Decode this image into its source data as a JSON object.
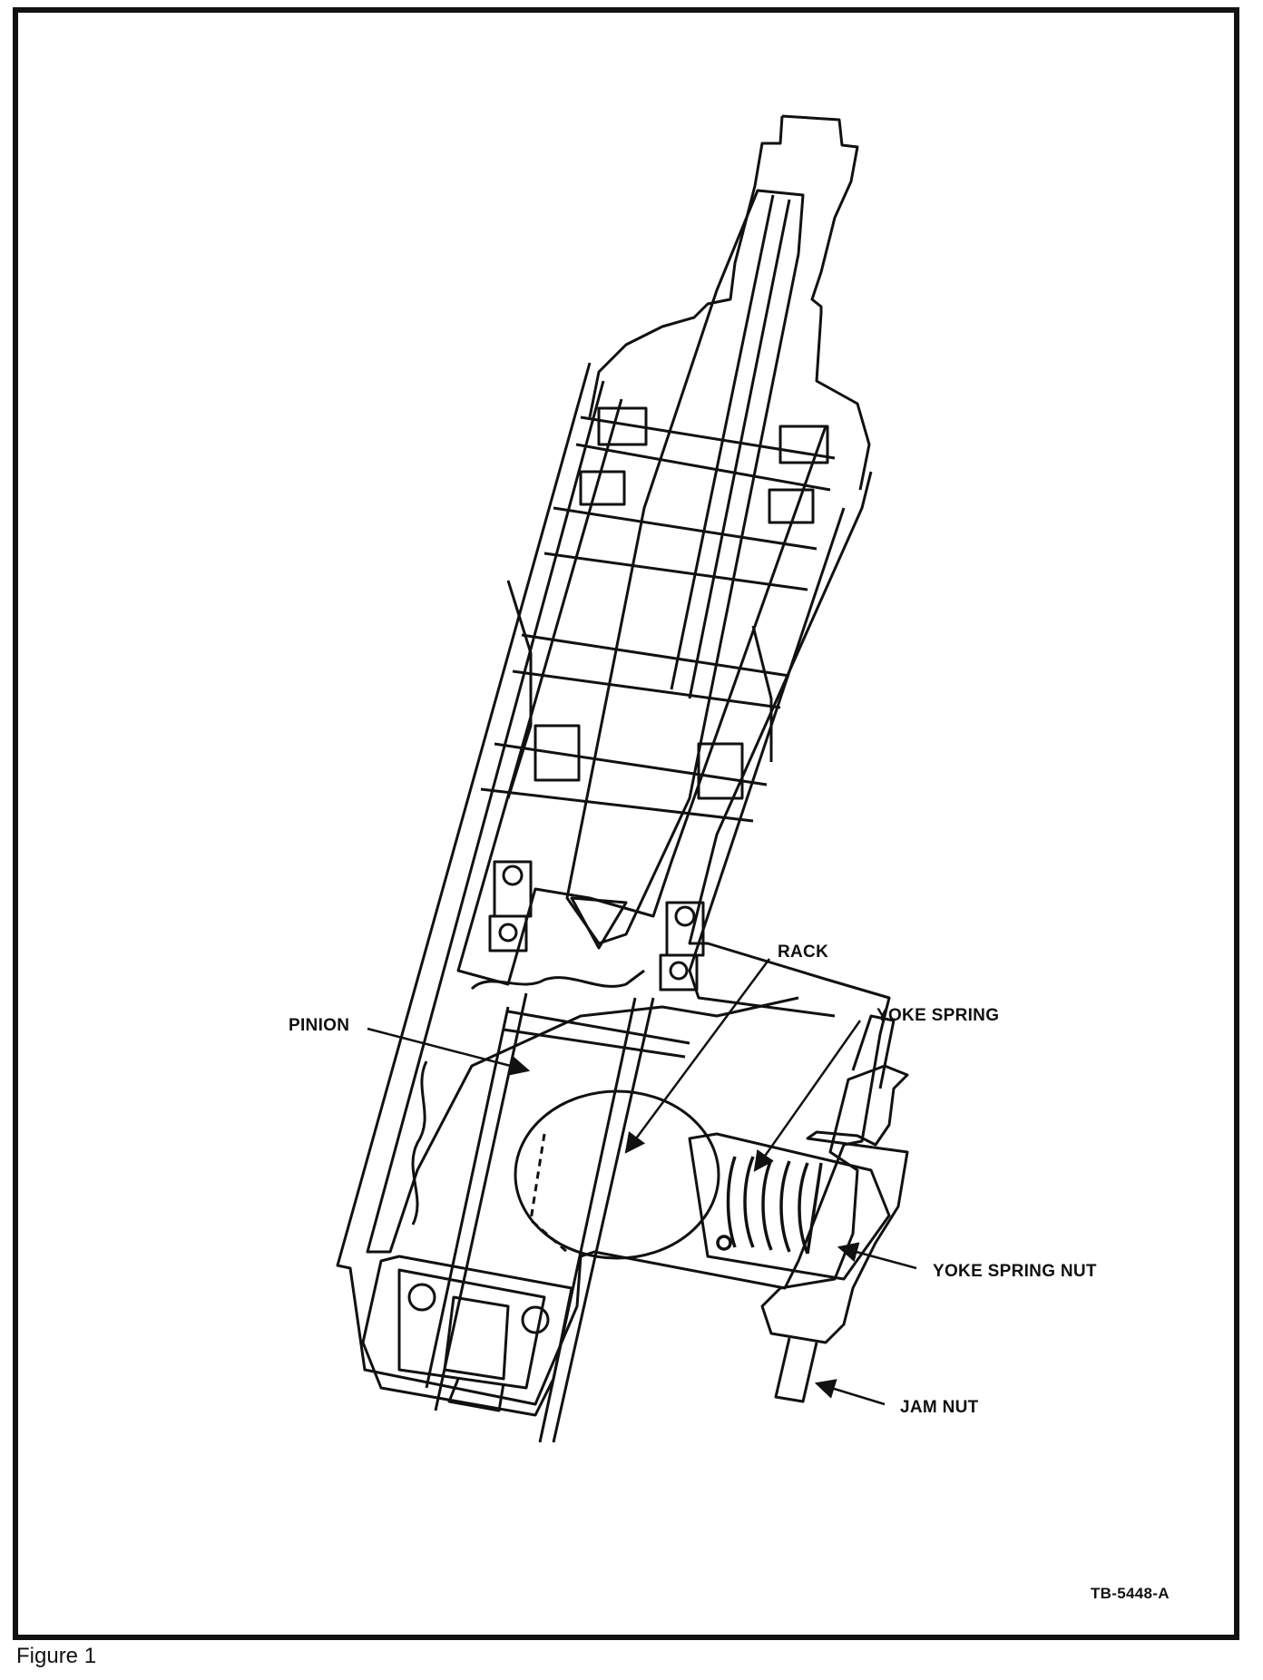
{
  "labels": {
    "rack": "RACK",
    "pinion": "PINION",
    "yoke_spring": "YOKE SPRING",
    "yoke_spring_nut": "YOKE SPRING NUT",
    "jam_nut": "JAM NUT"
  },
  "reference_code": "TB-5448-A",
  "caption": "Figure 1",
  "colors": {
    "ink": "#111111",
    "paper": "#ffffff"
  }
}
